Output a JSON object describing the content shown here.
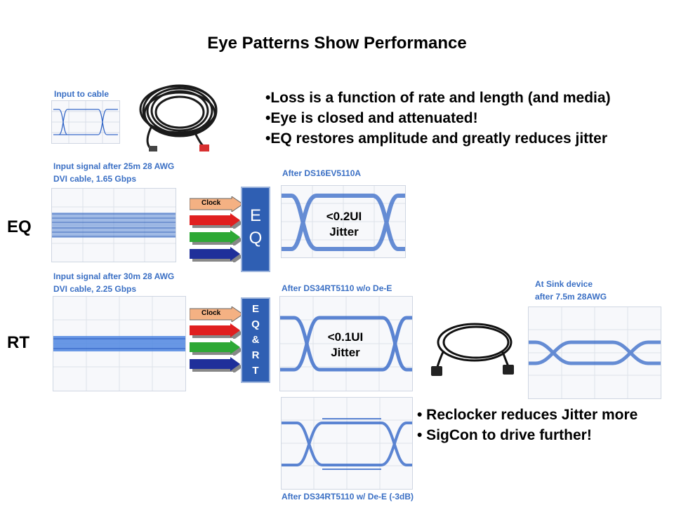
{
  "title": "Eye Patterns Show Performance",
  "bullets_top": [
    "•Loss is a function of rate and length (and media)",
    "•Eye is closed and attenuated!",
    "•EQ restores amplitude and greatly reduces jitter"
  ],
  "bullets_bottom": [
    "• Reclocker reduces Jitter more",
    "• SigCon to drive further!"
  ],
  "captions": {
    "input_to_cable": "Input to cable",
    "input_25m_l1": "Input signal after 25m 28 AWG",
    "input_25m_l2": "DVI cable, 1.65 Gbps",
    "after_ev5110a": "After DS16EV5110A",
    "input_30m_l1": "Input signal after 30m 28 AWG",
    "input_30m_l2": "DVI cable, 2.25 Gbps",
    "after_rt_wo": "After DS34RT5110  w/o De-E",
    "after_rt_w": "After DS34RT5110  w/ De-E (-3dB)",
    "sink_l1": "At Sink device",
    "sink_l2": "after 7.5m 28AWG"
  },
  "row_labels": {
    "eq": "EQ",
    "rt": "RT"
  },
  "clock_label": "Clock",
  "eq_chip": [
    "E",
    "Q"
  ],
  "rt_chip": [
    "E",
    "Q",
    "&",
    "R",
    "T"
  ],
  "jitter": {
    "eq_l1": "<0.2UI",
    "eq_l2": "Jitter",
    "rt_l1": "<0.1UI",
    "rt_l2": "Jitter"
  },
  "colors": {
    "accent_blue": "#3a6fc4",
    "chip_blue": "#2f5fb3",
    "clock_arrow": "#f4b183",
    "red_arrow": "#e02020",
    "green_arrow": "#2ea836",
    "blue_arrow": "#1f2f9a",
    "trace": "#3568c8"
  }
}
